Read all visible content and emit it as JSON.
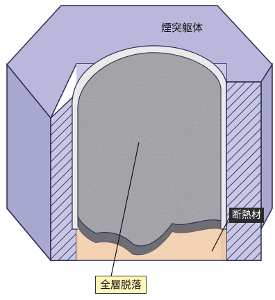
{
  "labels": {
    "chimney_body": "煙突躯体",
    "insulation": "断熱材",
    "full_layer_fall": "全層脱落"
  },
  "colors": {
    "concrete_face": "#b9b8dc",
    "concrete_side": "#a8a7d0",
    "hatch_wall": "#c8c7e6",
    "hatch_line": "#3a3a66",
    "insulation_fill": "#f0c8a8",
    "insulation_speckle": "#c89c76",
    "lining": "#a7a7ab",
    "lining_dark": "#6e6e73",
    "rim": "#eaeaea",
    "outline": "#2b2b55",
    "label_bg": "#fff6b8",
    "dark_label_bg": "#2b2b2b"
  }
}
